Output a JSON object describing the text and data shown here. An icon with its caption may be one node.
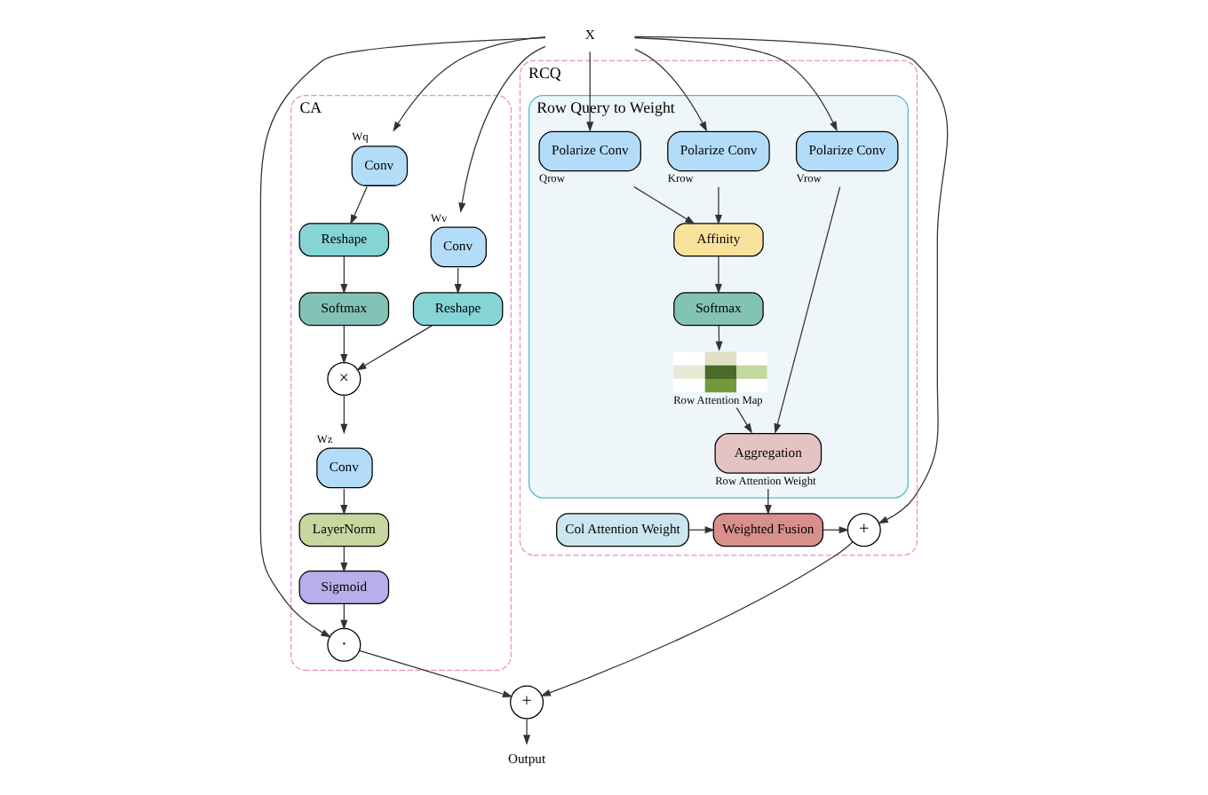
{
  "diagram": {
    "nodes": [
      {
        "text": [
          "X"
        ]
      },
      {
        "text": [
          "CA"
        ]
      },
      {
        "text": [
          "Conv"
        ],
        "in": 1,
        "beside": [
          "Wv"
        ]
      },
      {
        "text": [
          "Conv"
        ],
        "in": 1,
        "beside": [
          "Wq"
        ]
      },
      {
        "text": [
          "Reshape"
        ],
        "in": 1
      },
      {
        "text": [
          "Reshape"
        ],
        "in": 1
      },
      {
        "text": [
          "Softmax"
        ],
        "in": 1
      },
      {
        "text": [
          "×"
        ],
        "in": 1
      },
      {
        "text": [
          "Conv"
        ],
        "in": 1,
        "beside": [
          "Wz"
        ]
      },
      {
        "text": [
          "LayerNorm"
        ],
        "in": 1
      },
      {
        "text": [
          "Sigmoid"
        ],
        "in": 1
      },
      {
        "text": [
          "·"
        ],
        "in": 1
      },
      {
        "text": [
          "RCQ"
        ]
      },
      {
        "text": [
          "Row Query to Weight"
        ],
        "in": 12
      },
      {
        "text": [
          "Polarize Conv"
        ],
        "in": 13,
        "beside": [
          "Vrow"
        ]
      },
      {
        "text": [
          "Polarize Conv"
        ],
        "in": 13,
        "beside": [
          "Krow"
        ]
      },
      {
        "text": [
          "Polarize Conv"
        ],
        "in": 13,
        "beside": [
          "Qrow"
        ]
      },
      {
        "text": [
          "Affinity"
        ],
        "in": 13
      },
      {
        "text": [
          "Softmax"
        ],
        "in": 13
      },
      {
        "text": [],
        "shape": "grid",
        "in": 13,
        "beside": [
          "Row Attention Map"
        ]
      },
      {
        "text": [
          "Aggregation"
        ],
        "in": 13,
        "beside": [
          "Row Attention Weight"
        ]
      },
      {
        "text": [
          "+"
        ],
        "in": 12
      },
      {
        "text": [
          "Weighted Fusion"
        ],
        "in": 12
      },
      {
        "text": [
          "Col Attention Weight"
        ],
        "in": 12
      },
      {
        "text": [
          "+"
        ]
      },
      {
        "text": [
          "Output"
        ]
      }
    ],
    "edges": [
      {
        "from": 0,
        "to": 2,
        "arrow": "to"
      },
      {
        "from": 0,
        "to": 3,
        "arrow": "to"
      },
      {
        "from": 0,
        "to": 11,
        "arrow": "to"
      },
      {
        "from": 0,
        "to": 14,
        "arrow": "to"
      },
      {
        "from": 0,
        "to": 15,
        "arrow": "to"
      },
      {
        "from": 0,
        "to": 16,
        "arrow": "to"
      },
      {
        "from": 0,
        "to": 21,
        "arrow": "to"
      },
      {
        "from": 2,
        "to": 4,
        "arrow": "to"
      },
      {
        "from": 3,
        "to": 5,
        "arrow": "to"
      },
      {
        "from": 5,
        "to": 6,
        "arrow": "to"
      },
      {
        "from": 4,
        "to": 7,
        "arrow": "to"
      },
      {
        "from": 6,
        "to": 7,
        "arrow": "to"
      },
      {
        "from": 7,
        "to": 8,
        "arrow": "to"
      },
      {
        "from": 8,
        "to": 9,
        "arrow": "to"
      },
      {
        "from": 9,
        "to": 10,
        "arrow": "to"
      },
      {
        "from": 10,
        "to": 11,
        "arrow": "to"
      },
      {
        "from": 14,
        "to": 20,
        "arrow": "to"
      },
      {
        "from": 15,
        "to": 17,
        "arrow": "to"
      },
      {
        "from": 16,
        "to": 17,
        "arrow": "to"
      },
      {
        "from": 17,
        "to": 18,
        "arrow": "to"
      },
      {
        "from": 18,
        "to": 19,
        "arrow": "to"
      },
      {
        "from": 19,
        "to": 20,
        "arrow": "to"
      },
      {
        "from": 20,
        "to": 22,
        "arrow": "to"
      },
      {
        "from": 23,
        "to": 22,
        "arrow": "to"
      },
      {
        "from": 22,
        "to": 21,
        "arrow": "to"
      },
      {
        "from": 11,
        "to": 24,
        "arrow": "to"
      },
      {
        "from": 21,
        "to": 24,
        "arrow": "to"
      },
      {
        "from": 24,
        "to": 25,
        "arrow": "to"
      }
    ]
  }
}
